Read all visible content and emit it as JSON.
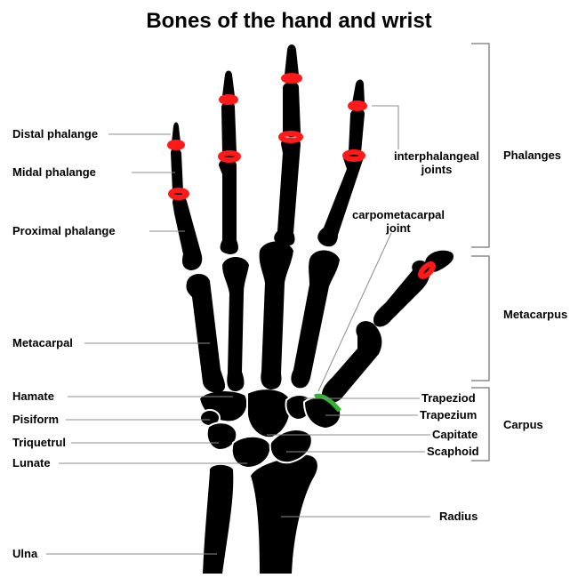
{
  "title": "Bones of the hand and wrist",
  "colors": {
    "bone": "#000000",
    "joint": "#ff1a1a",
    "cmc_joint": "#2fb52f",
    "leader": "#8c8c8c"
  },
  "labels": {
    "distal_phalange": "Distal phalange",
    "midal_phalange": "Midal phalange",
    "proximal_phalange": "Proximal phalange",
    "metacarpal": "Metacarpal",
    "hamate": "Hamate",
    "pisiform": "Pisiform",
    "triquetrul": "Triquetrul",
    "lunate": "Lunate",
    "ulna": "Ulna",
    "interphalangeal_line1": "interphalangeal",
    "interphalangeal_line2": "joints",
    "carpometacarpal_line1": "carpometacarpal",
    "carpometacarpal_line2": "joint",
    "trapeziod": "Trapeziod",
    "trapezium": "Trapezium",
    "capitate": "Capitate",
    "scaphoid": "Scaphoid",
    "radius": "Radius"
  },
  "groups": {
    "phalanges": "Phalanges",
    "metacarpus": "Metacarpus",
    "carpus": "Carpus"
  }
}
